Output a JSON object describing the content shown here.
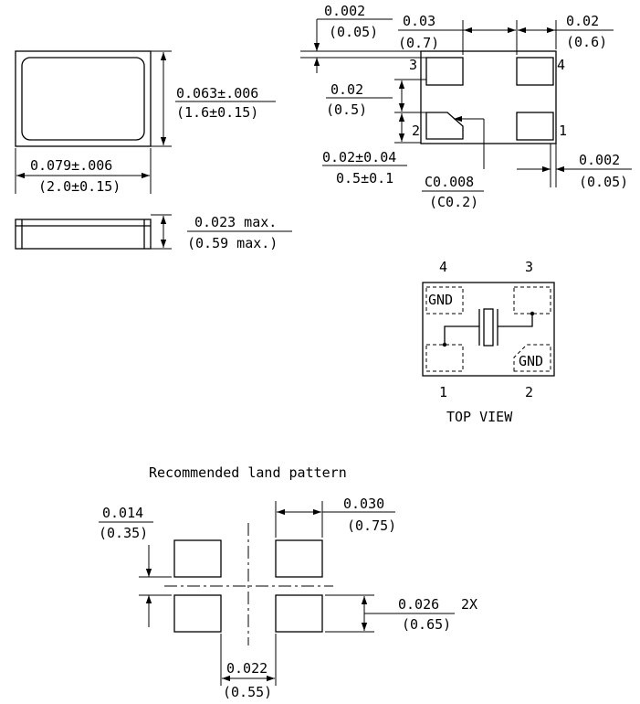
{
  "side_dims": {
    "height_in": "0.063±.006",
    "height_mm": "(1.6±0.15)",
    "width_in": "0.079±.006",
    "width_mm": "(2.0±0.15)",
    "thick_in": "0.023 max.",
    "thick_mm": "(0.59 max.)"
  },
  "bottom_view": {
    "gap_in": "0.002",
    "gap_mm": "(0.05)",
    "pad_w_in": "0.03",
    "pad_w_mm": "(0.7)",
    "edge_in": "0.02",
    "edge_mm": "(0.6)",
    "pad_h_in": "0.02",
    "pad_h_mm": "(0.5)",
    "pitch_in": "0.02±0.04",
    "pitch_mm": "0.5±0.1",
    "side_gap_in": "0.002",
    "side_gap_mm": "(0.05)",
    "chamfer_in": "C0.008",
    "chamfer_mm": "(C0.2)",
    "pins": [
      "1",
      "2",
      "3",
      "4"
    ]
  },
  "top_view": {
    "pins": [
      "1",
      "2",
      "3",
      "4"
    ],
    "gnd": "GND",
    "caption": "TOP VIEW"
  },
  "land_pattern": {
    "title": "Recommended land pattern",
    "gap_in": "0.014",
    "gap_mm": "(0.35)",
    "pad_w_in": "0.030",
    "pad_w_mm": "(0.75)",
    "pad_h_in": "0.026",
    "pad_h_mm": "(0.65)",
    "count": "2X",
    "spacing_in": "0.022",
    "spacing_mm": "(0.55)"
  }
}
